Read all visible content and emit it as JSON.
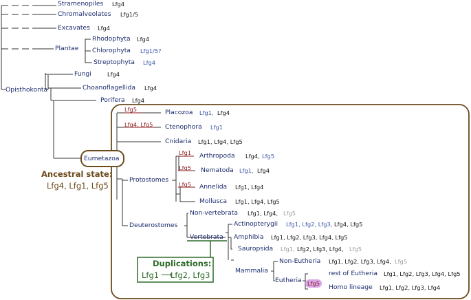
{
  "taxa": {
    "stramenopiles": {
      "name": "Stramenopiles",
      "genes": "Lfg4"
    },
    "chromalveolates": {
      "name": "Chromalveolates",
      "genes": "Lfg1/5"
    },
    "excavates": {
      "name": "Excavates",
      "genes": "Lfg4"
    },
    "plantae": {
      "name": "Plantae"
    },
    "rhodophyta": {
      "name": "Rhodophyta",
      "genes": "Lfg4"
    },
    "chlorophyta": {
      "name": "Chlorophyta",
      "genes": "Lfg1/5?"
    },
    "streptophyta": {
      "name": "Streptophyta",
      "genes": "Lfg4"
    },
    "opisthokonta": {
      "name": "Opisthokonta"
    },
    "fungi": {
      "name": "Fungi",
      "genes": "Lfg4"
    },
    "choanoflagellida": {
      "name": "Choanoflagellida",
      "genes": "Lfg4"
    },
    "porifera": {
      "name": "Porifera",
      "genes": "Lfg4"
    },
    "eumetazoa": {
      "name": "Eumetazoa"
    },
    "placozoa": {
      "name": "Placozoa",
      "genes_a": "Lfg1,",
      "genes_b": "Lfg4"
    },
    "ctenophora": {
      "name": "Ctenophora",
      "genes": "Lfg1"
    },
    "cnidaria": {
      "name": "Cnidaria",
      "genes": "Lfg1, Lfg4, Lfg5"
    },
    "protostomes": {
      "name": "Protostomes"
    },
    "arthropoda": {
      "name": "Arthropoda",
      "genes_a": "Lfg4,",
      "genes_b": "Lfg5"
    },
    "nematoda": {
      "name": "Nematoda",
      "genes_a": "Lfg1,",
      "genes_b": "Lfg4"
    },
    "annelida": {
      "name": "Annelida",
      "genes": "Lfg1, Lfg4"
    },
    "mollusca": {
      "name": "Mollusca",
      "genes": "Lfg1, Lfg4, Lfg5"
    },
    "deuterostomes": {
      "name": "Deuterostomes"
    },
    "nonvertebrata": {
      "name": "Non-vertebrata",
      "genes_a": "Lfg1, Lfg4,",
      "genes_b": "Lfg5"
    },
    "vertebrata": {
      "name": "Vertebrata"
    },
    "actinopterygii": {
      "name": "Actinopterygii",
      "genes_a": "Lfg1, Lfg2, Lfg3,",
      "genes_b": "Lfg4, Lfg5"
    },
    "amphibia": {
      "name": "Amphibia",
      "genes": "Lfg1, Lfg2, Lfg3, Lfg4, Lfg5"
    },
    "sauropsida": {
      "name": "Sauropsida",
      "genes_a": "Lfg1,",
      "genes_b": "Lfg2, Lfg3, Lfg4,",
      "genes_c": "Lfg5"
    },
    "mammalia": {
      "name": "Mammalia"
    },
    "noneutheria": {
      "name": "Non-Eutheria",
      "genes_a": "Lfg1, Lfg2, Lfg3, Lfg4,",
      "genes_b": "Lfg5"
    },
    "eutheria": {
      "name": "Eutheria"
    },
    "resteutheria": {
      "name": "rest of Eutheria",
      "genes": "Lfg1, Lfg2, Lfg3, Lfg4, Lfg5"
    },
    "homo": {
      "name": "Homo lineage",
      "genes": "Lfg1, Lfg2, Lfg3, Lfg4"
    }
  },
  "events": {
    "placozoa_loss": "Lfg5",
    "ctenophora_loss": "Lfg4, Lfg5",
    "arthropoda_loss": "Lfg1",
    "nematoda_loss": "Lfg5",
    "annelida_loss": "Lfg5",
    "homo_loss": "Lfg5"
  },
  "ancestral_state": {
    "title": "Ancestral state:",
    "genes": "Lfg4, Lfg1, Lfg5"
  },
  "duplications": {
    "title": "Duplications:",
    "from": "Lfg1",
    "arrow": "⟶",
    "to": "Lfg2, Lfg3"
  },
  "colors": {
    "eumetazoa_box": "#6b4a1c",
    "loss_red": "#8b1a1a",
    "duplication_green": "#2e6b2a",
    "taxon_text": "#1c2c6e",
    "lost_gene_grey": "#9a9a9a",
    "uncertain_gene_blue": "#3a55a8",
    "homo_highlight": "#d7a6e6"
  }
}
